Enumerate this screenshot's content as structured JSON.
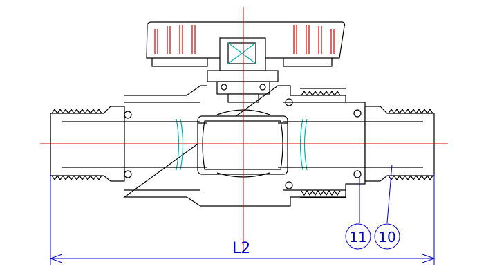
{
  "drawing": {
    "dimension_label": "L2",
    "balloons": [
      {
        "id": "balloon-11",
        "text": "11"
      },
      {
        "id": "balloon-10",
        "text": "10"
      }
    ],
    "colors": {
      "outline": "#000000",
      "centerline": "#e00000",
      "dimension": "#0000cc",
      "seal": "#00b0b0",
      "handle_grip": "#d00000"
    }
  }
}
